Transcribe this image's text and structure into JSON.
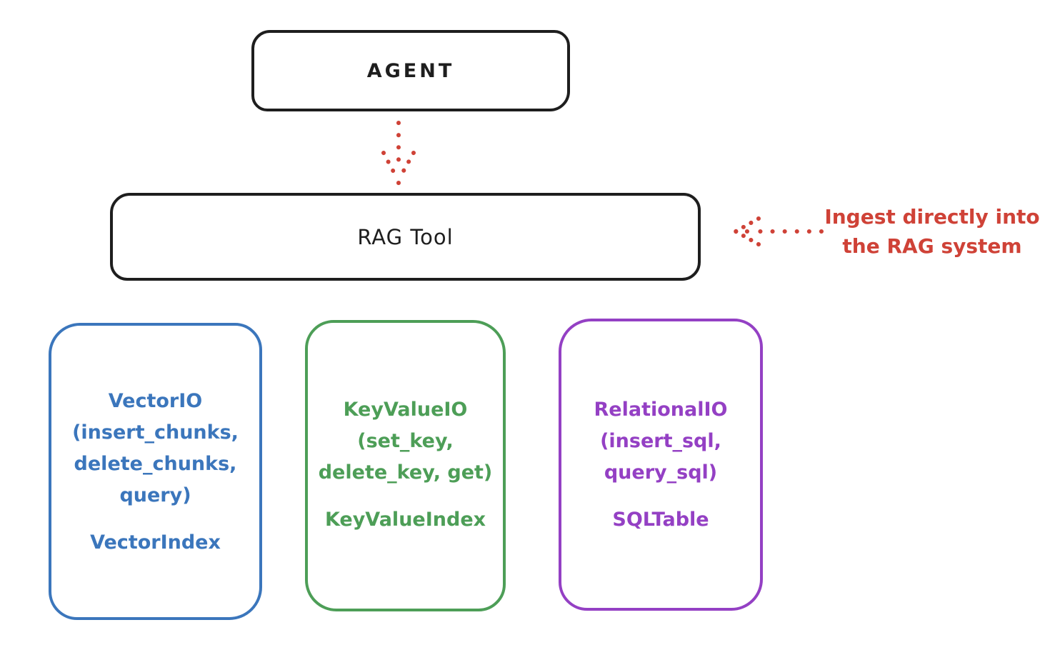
{
  "agent_box": {
    "label": "AGENT"
  },
  "rag_box": {
    "label": "RAG Tool"
  },
  "annotation": {
    "text": "Ingest directly into\nthe RAG system"
  },
  "backends": {
    "vector": {
      "methods": "VectorIO\n(insert_chunks,\ndelete_chunks,\nquery)",
      "index": "VectorIndex",
      "color": "#3b76bc"
    },
    "keyvalue": {
      "methods": "KeyValueIO\n(set_key,\ndelete_key, get)",
      "index": "KeyValueIndex",
      "color": "#4d9e57"
    },
    "relational": {
      "methods": "RelationalIO\n(insert_sql,\nquery_sql)",
      "index": "SQLTable",
      "color": "#9440c4"
    }
  },
  "arrows": {
    "agent_to_rag": "dotted-down-arrow",
    "ingest_to_rag": "dotted-left-arrow"
  },
  "colors": {
    "ink_black": "#1e1e1e",
    "accent_red": "#cf4237",
    "vector_blue": "#3b76bc",
    "keyvalue_green": "#4d9e57",
    "relational_purple": "#9440c4",
    "background": "#ffffff"
  }
}
